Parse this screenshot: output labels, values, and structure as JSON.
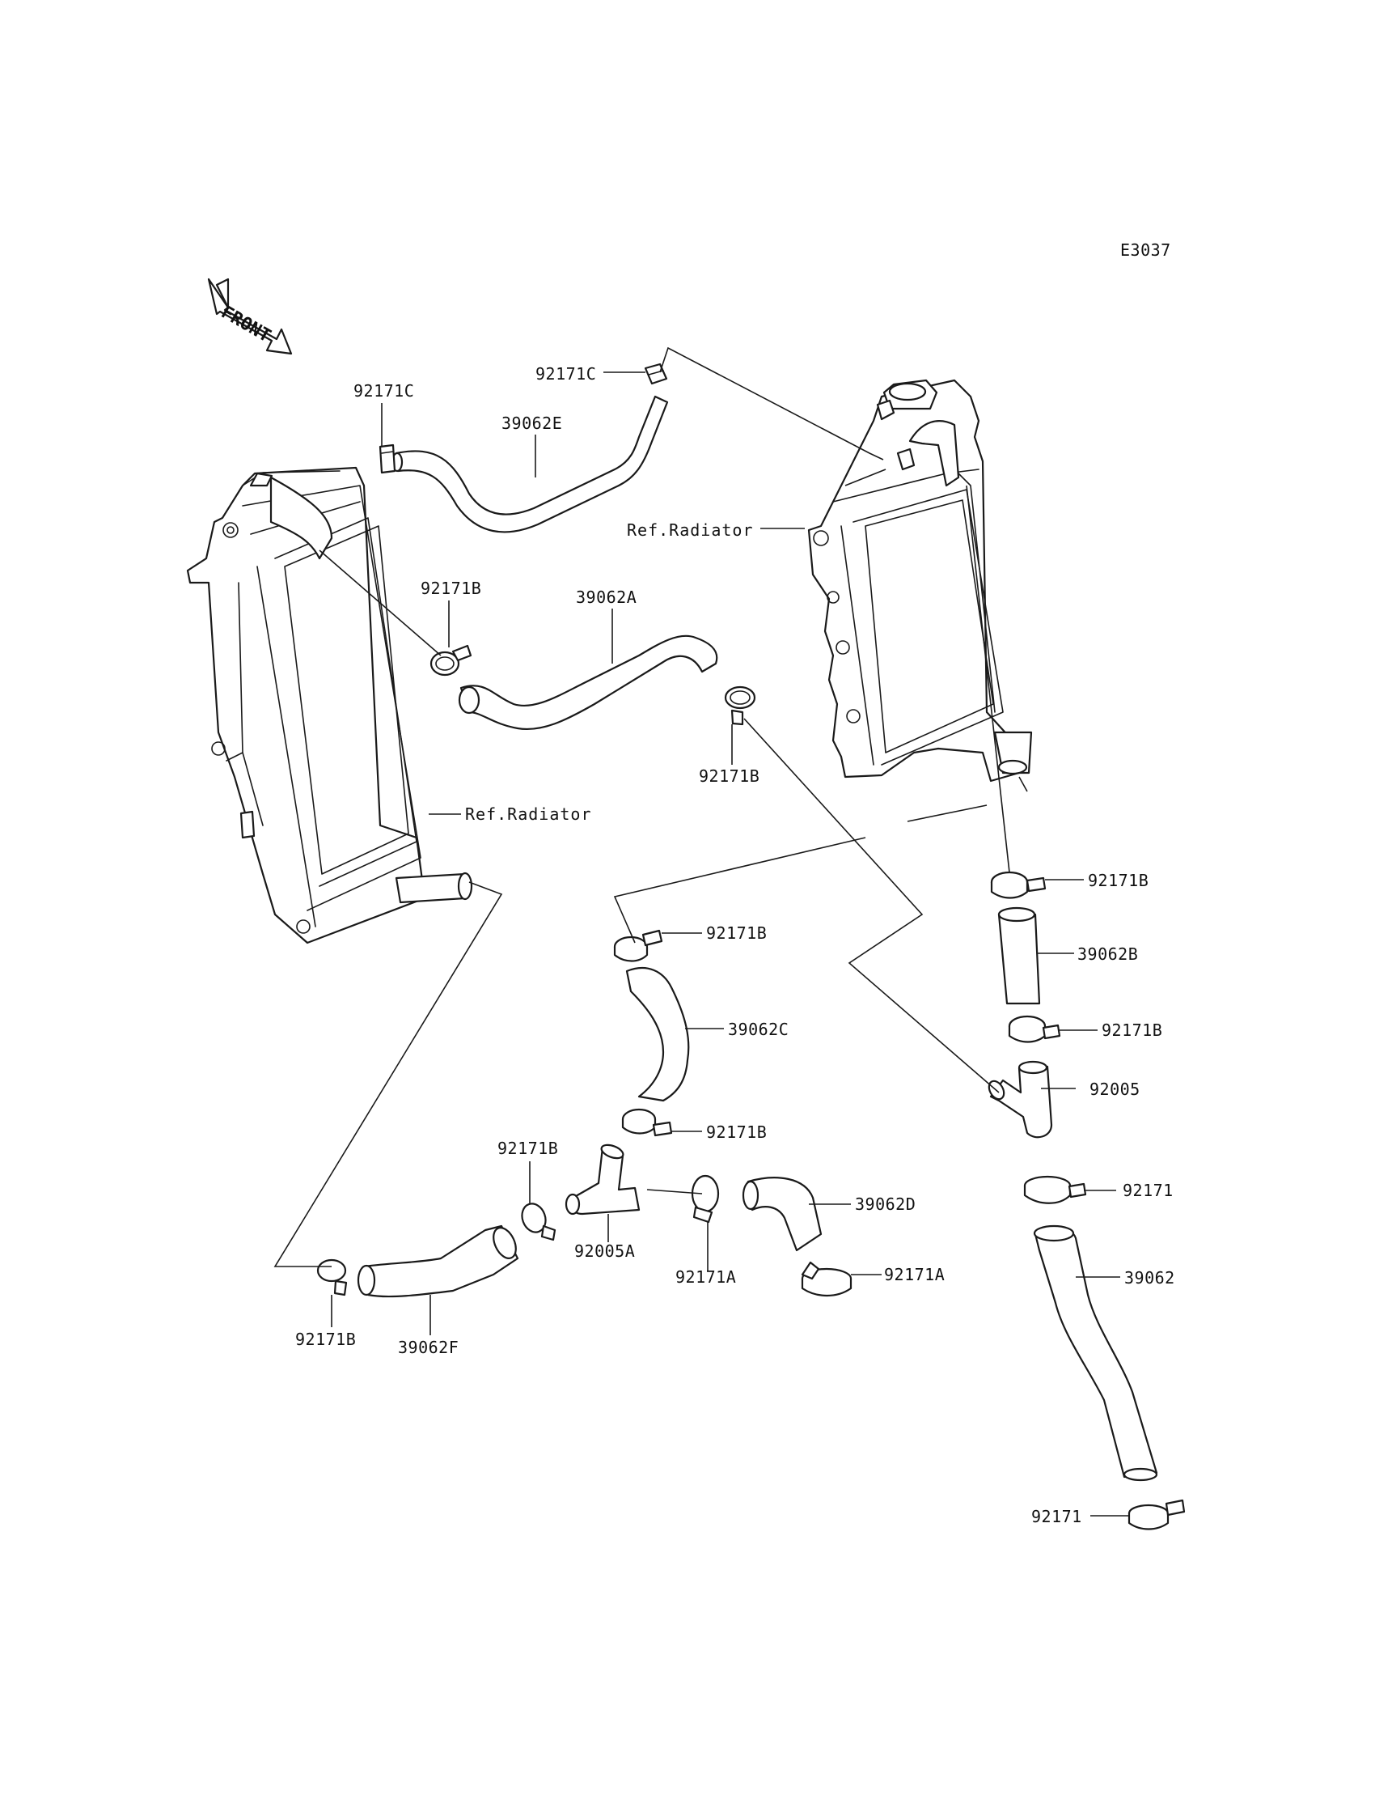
{
  "diagram_code": "E3037",
  "front_label": "FRONT",
  "labels": {
    "p92171C_left": "92171C",
    "p92171C_top": "92171C",
    "p39062E": "39062E",
    "ref_radiator_right": "Ref.Radiator",
    "ref_radiator_left": "Ref.Radiator",
    "p92171B_a": "92171B",
    "p39062A": "39062A",
    "p92171B_b": "92171B",
    "p92171B_c": "92171B",
    "p92171B_d": "92171B",
    "p39062B": "39062B",
    "p92171B_e": "92171B",
    "p39062C": "39062C",
    "p92005": "92005",
    "p92171B_f": "92171B",
    "p92171B_g": "92171B",
    "p92171_a": "92171",
    "p92005A": "92005A",
    "p92171A_a": "92171A",
    "p39062D": "39062D",
    "p92171A_b": "92171A",
    "p39062": "39062",
    "p92171B_h": "92171B",
    "p39062F": "39062F",
    "p92171_b": "92171"
  }
}
